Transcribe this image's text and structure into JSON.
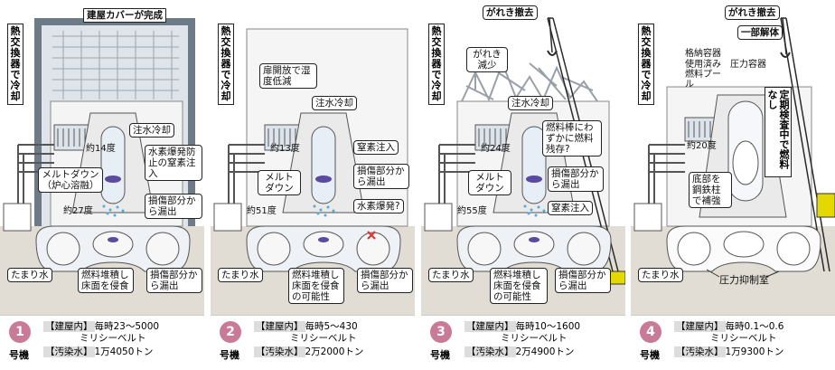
{
  "labels": {
    "heat_exchanger": "熱交換器で冷却",
    "water_injection": "注水冷却",
    "leak_from_damage": "損傷部分から漏出",
    "pooled_water": "たまり水",
    "fuel_deposit": "燃料堆積し床面を侵食",
    "fuel_deposit_possible": "燃料堆積し床面を侵食の可能性",
    "meltdown": "メルトダウン",
    "nitrogen_injection": "窒素注入",
    "unit_word": "号機",
    "bldg_key": "【建屋内】",
    "water_key": "【汚染水】"
  },
  "panels": [
    {
      "unit": "1",
      "top_label": "建屋カバーが完成",
      "upper_temp": "約14度",
      "lower_temp": "約27度",
      "hydrogen_prevention": "水素爆発防止の窒素注入",
      "meltdown_label": "メルトダウン（炉心溶融）",
      "dose": "毎時23～5000",
      "dose_unit": "ミリシーベルト",
      "water": "1万4050トン"
    },
    {
      "unit": "2",
      "door_open": "扉開放で湿度低減",
      "upper_temp": "約13度",
      "lower_temp": "約51度",
      "hydrogen_explosion_q": "水素爆発?",
      "dose": "毎時5～430",
      "dose_unit": "ミリシーベルト",
      "water": "2万2000トン"
    },
    {
      "unit": "3",
      "rubble_removal": "がれき撤去",
      "rubble_reduced": "がれき減少",
      "upper_temp": "約24度",
      "lower_temp": "約55度",
      "fuel_rods": "燃料棒にわずかに燃料残存?",
      "dose": "毎時10～1600",
      "dose_unit": "ミリシーベルト",
      "water": "2万4900トン"
    },
    {
      "unit": "4",
      "rubble_removal": "がれき撤去",
      "partial_dismantle": "一部解体",
      "containment": "格納容器",
      "spent_fuel_pool": "使用済み燃料プール",
      "pressure_vessel": "圧力容器",
      "upper_temp": "約20度",
      "inspection": "定期検査中で燃料なし",
      "reinforce": "底部を鋼鉄柱で補強",
      "suppression": "圧力抑制室",
      "dose": "毎時0.1～0.6",
      "dose_unit": "ミリシーベルト",
      "water": "1万9300トン"
    }
  ],
  "colors": {
    "ground": "#e2ddd4",
    "building": "#f2f2f2",
    "vessel": "#e8eef6",
    "core": "#5a4aa0",
    "badge": "#c87a96",
    "crane": "#2a2a2a",
    "crane_base": "#e3d800",
    "cover": "#6d7a88"
  }
}
